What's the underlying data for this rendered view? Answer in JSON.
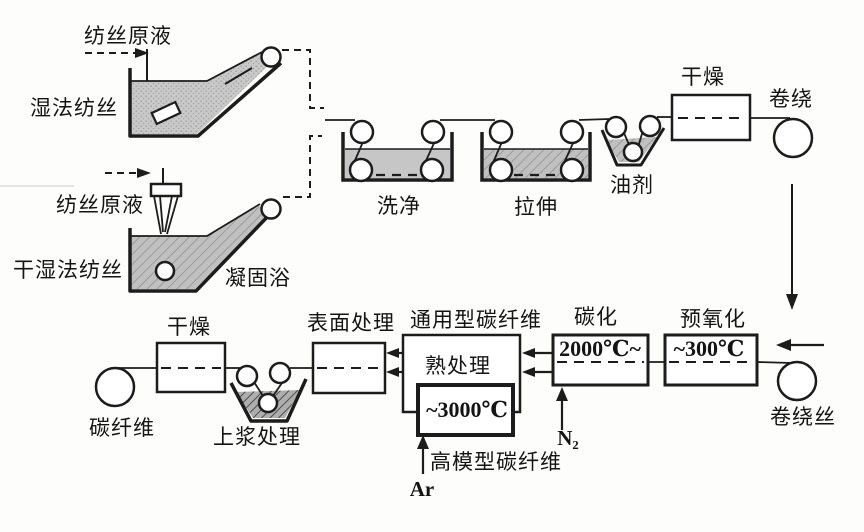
{
  "diagram": {
    "description": "carbon-fiber-production-process-flow",
    "labels": {
      "spin_dope_top": "纺丝原液",
      "wet_spinning": "湿法纺丝",
      "spin_dope_bottom": "纺丝原液",
      "dry_wet_spinning": "干湿法纺丝",
      "coagulation_bath": "凝固浴",
      "washing": "洗净",
      "stretching": "拉伸",
      "oiling": "油剂",
      "drying_top": "干燥",
      "winding": "卷绕",
      "wound_filament": "卷绕丝",
      "preoxidation": "预氧化",
      "preoxidation_temp": "~300℃",
      "carbonization": "碳化",
      "carbonization_temp": "2000℃~",
      "nitrogen": "N₂",
      "gp_carbon_fiber": "通用型碳纤维",
      "heat_treatment": "熟处理",
      "heat_treatment_temp": "~3000℃",
      "argon": "Ar",
      "hm_carbon_fiber": "高模型碳纤维",
      "surface_treatment": "表面处理",
      "sizing": "上浆处理",
      "drying_bottom": "干燥",
      "carbon_fiber": "碳纤维"
    },
    "colors": {
      "line": "#1c1c1c",
      "liquid_light": "#c6c6c6",
      "liquid_medium": "#b8b8b8",
      "liquid_dark": "#a6a6a6",
      "background": "#fdfdfb"
    }
  }
}
